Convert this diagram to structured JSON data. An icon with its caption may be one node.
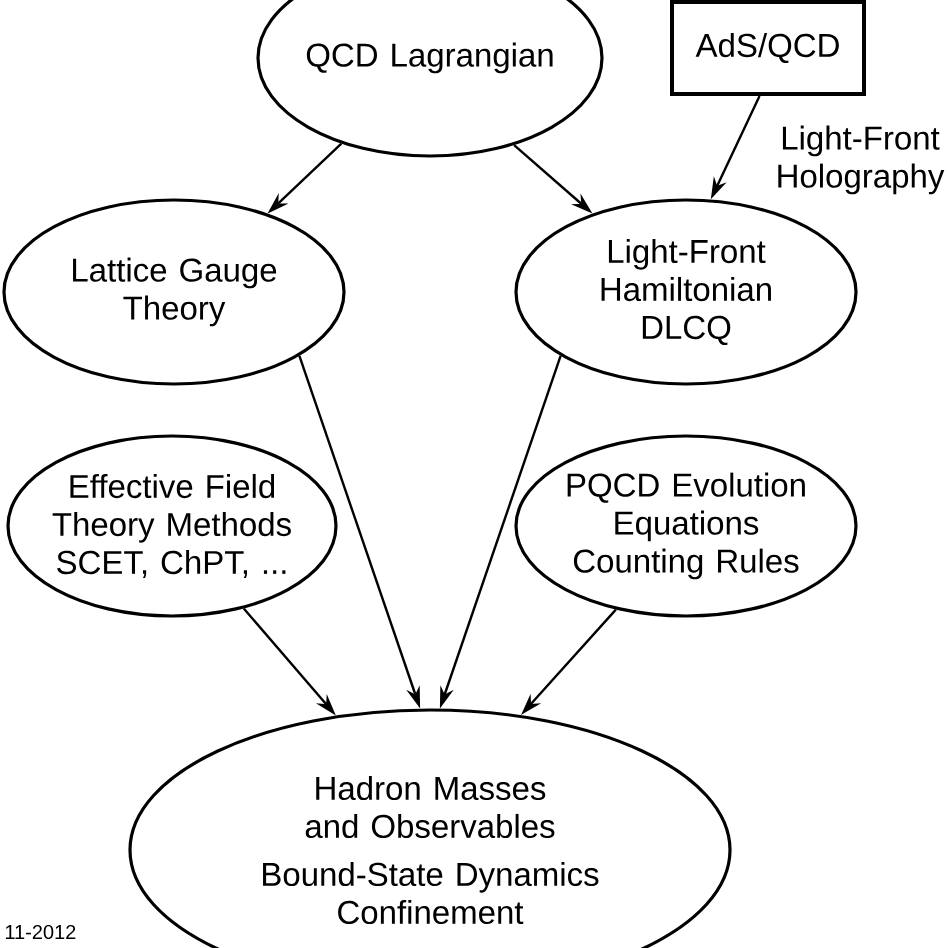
{
  "diagram": {
    "nodes": [
      {
        "text": [
          "QCD Lagrangian"
        ]
      },
      {
        "text": [
          "AdS/QCD"
        ]
      },
      {
        "text": [
          "Lattice Gauge Theory"
        ]
      },
      {
        "text": [
          "Light-Front Hamiltonian DLCQ"
        ]
      },
      {
        "text": [
          "Effective Field Theory Methods SCET, ChPT, ..."
        ]
      },
      {
        "text": [
          "PQCD Evolution Equations Counting Rules"
        ]
      },
      {
        "text": [
          "Hadron Masses and Observables",
          "Bound-State Dynamics Confinement"
        ]
      }
    ],
    "edges": [
      {
        "from": 0,
        "to": 2,
        "arrow": "to"
      },
      {
        "from": 0,
        "to": 3,
        "arrow": "to"
      },
      {
        "from": 1,
        "to": 3,
        "arrow": "to",
        "label": "Light-Front Holography"
      },
      {
        "from": 4,
        "to": 6,
        "arrow": "to"
      },
      {
        "from": 2,
        "to": 6,
        "arrow": "to"
      },
      {
        "from": 3,
        "to": 6,
        "arrow": "to"
      },
      {
        "from": 5,
        "to": 6,
        "arrow": "to"
      }
    ],
    "labels": [
      "11-2012"
    ]
  }
}
